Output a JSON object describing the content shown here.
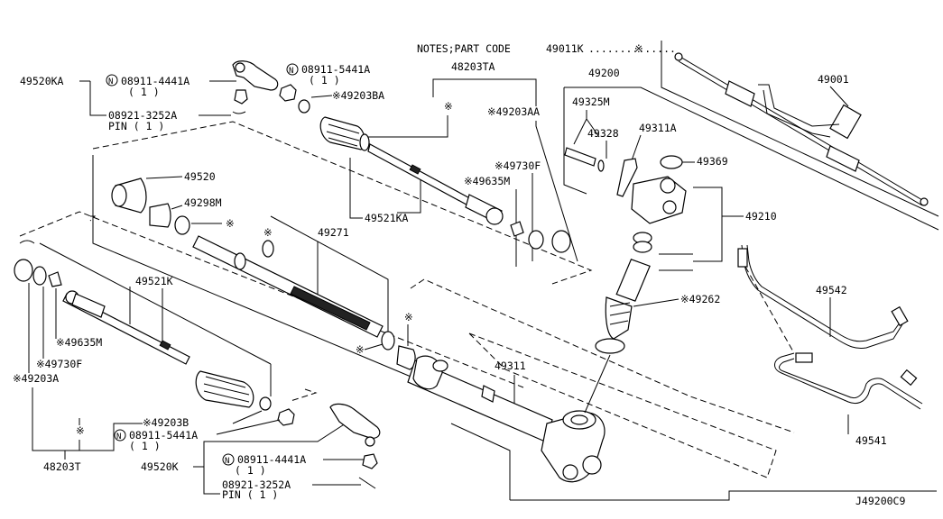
{
  "notes": {
    "label": "NOTES;PART CODE",
    "code": "49011K",
    "leader": "..............",
    "mark": "※"
  },
  "diagram_code": "J49200C9",
  "callouts": {
    "c49520KA": "49520KA",
    "c08911_4441A_top": "08911-4441A",
    "c08911_4441A_top_qty": "( 1 )",
    "c08921_3252A_top": "08921-3252A",
    "c_pin_top": "PIN ( 1 )",
    "c08911_5441A_top": "08911-5441A",
    "c08911_5441A_top_qty": "( 1 )",
    "c49203BA": "※49203BA",
    "c48203TA": "48203TA",
    "c49200": "49200",
    "c49203AA": "※49203AA",
    "c49001": "49001",
    "c49325M": "49325M",
    "c49328": "49328",
    "c49311A": "49311A",
    "c49369": "49369",
    "c49520": "49520",
    "c49298M": "49298M",
    "c_star_washer": "※",
    "c49730F_top": "※49730F",
    "c49635M_top": "※49635M",
    "c49521KA": "49521KA",
    "c49210": "49210",
    "c49271": "49271",
    "c49521K": "49521K",
    "c49542": "49542",
    "c49262": "※49262",
    "c49635M_left": "※49635M",
    "c49730F_left": "※49730F",
    "c49203A": "※49203A",
    "c49311": "49311",
    "c49203B": "※49203B",
    "c08911_5441A_bot": "08911-5441A",
    "c08911_5441A_bot_qty": "( 1 )",
    "c48203T": "48203T",
    "c49520K": "49520K",
    "c08911_4441A_bot": "08911-4441A",
    "c08911_4441A_bot_qty": "( 1 )",
    "c08921_3252A_bot": "08921-3252A",
    "c_pin_bot": "PIN ( 1 )",
    "c49541": "49541"
  },
  "symbols": {
    "nut_mark": "N",
    "star": "※"
  }
}
